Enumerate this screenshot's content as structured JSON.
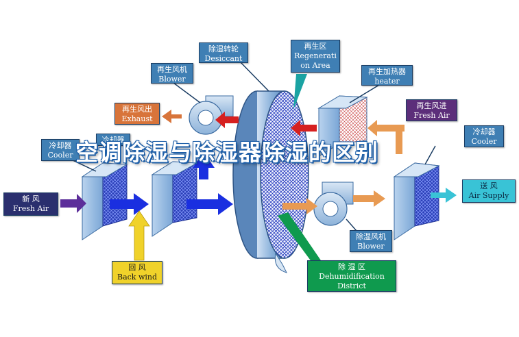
{
  "title": "空调除湿与除湿器除湿的区别",
  "labels": {
    "desiccant": {
      "zh": "除湿转轮",
      "en": "Desiccant"
    },
    "regeneration_area": {
      "zh": "再生区",
      "en": "Regenerati",
      "en2": "on Area"
    },
    "regen_blower": {
      "zh": "再生风机",
      "en": "Blower"
    },
    "regen_heater": {
      "zh": "再生加热器",
      "en": "heater"
    },
    "exhaust": {
      "zh": "再生风出",
      "en": "Exhaust"
    },
    "regen_air": {
      "zh": "再生风进",
      "en": "Fresh Air"
    },
    "cooler_left": {
      "zh": "冷却器",
      "en": "Cooler"
    },
    "cooler_mid": {
      "zh": "冷却器"
    },
    "cooler_right": {
      "zh": "冷却器",
      "en": "Cooler"
    },
    "fresh_air": {
      "zh": "新 风",
      "en": "Fresh Air"
    },
    "supply_air": {
      "zh": "送 风",
      "en": "Air Supply"
    },
    "dehum_blower": {
      "zh": "除湿风机",
      "en": "Blower"
    },
    "back_wind": {
      "zh": "回 风",
      "en": "Back wind"
    },
    "dehum_district": {
      "zh": "除 湿 区",
      "en": "Dehumidification",
      "en2": "District"
    }
  },
  "colors": {
    "label_blue": "#3f7fb4",
    "exhaust_orange": "#d8743a",
    "fresh_air_navy": "#2a2f6e",
    "regen_air_purple": "#5c2e7a",
    "supply_cyan": "#39c3d6",
    "back_wind_yellow": "#f0d22a",
    "district_green": "#0f9a4e",
    "process_arrow_blue": "#1a2fe0",
    "regen_arrow_red": "#d62020",
    "heater_arrow_orange": "#e89a52"
  }
}
